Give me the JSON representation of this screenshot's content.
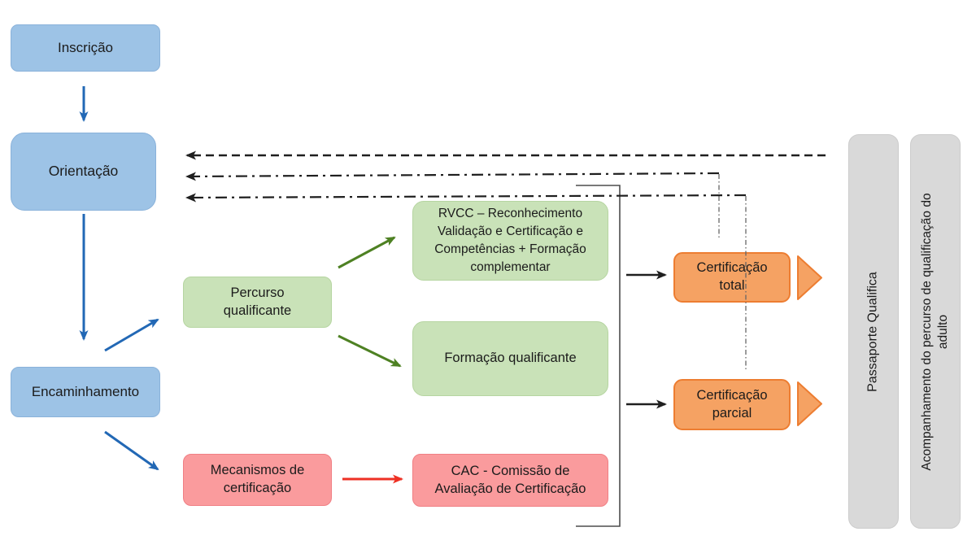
{
  "nodes": {
    "inscricao": {
      "label": "Inscrição"
    },
    "orientacao": {
      "label": "Orientação"
    },
    "encaminhamento": {
      "label": "Encaminhamento"
    },
    "percurso_qualificante": {
      "label": "Percurso qualificante"
    },
    "rvcc": {
      "label": "RVCC – Reconhecimento Validação e Certificação e Competências + Formação complementar"
    },
    "formacao_qualificante": {
      "label": "Formação qualificante"
    },
    "mecanismos_certificacao": {
      "label": "Mecanismos de certificação"
    },
    "cac": {
      "label": "CAC - Comissão de Avaliação de Certificação"
    },
    "certificacao_total": {
      "label": "Certificação total"
    },
    "certificacao_parcial": {
      "label": "Certificação parcial"
    },
    "passaporte_qualifica": {
      "label": "Passaporte Qualifica"
    },
    "acompanhamento": {
      "label": "Acompanhamento do percurso de qualificação do adulto"
    }
  },
  "colors": {
    "stage_fill": "#9DC3E6",
    "pathway_fill": "#C9E2B8",
    "certification_mechanism_fill": "#FA9B9D",
    "result_fill": "#F5A263",
    "result_border": "#ED7D31",
    "sidebar_fill": "#D9D9D9",
    "arrow_blue": "#2268B5",
    "arrow_green": "#4E8123",
    "arrow_red": "#EE3124",
    "arrow_black": "#1F1F1F",
    "bracket_gray": "#4D4D4D"
  },
  "connections": [
    {
      "from": "inscricao",
      "to": "orientacao",
      "style": "solid-blue"
    },
    {
      "from": "orientacao",
      "to": "encaminhamento",
      "style": "solid-blue"
    },
    {
      "from": "encaminhamento",
      "to": "percurso_qualificante",
      "style": "solid-blue"
    },
    {
      "from": "encaminhamento",
      "to": "mecanismos_certificacao",
      "style": "solid-blue"
    },
    {
      "from": "percurso_qualificante",
      "to": "rvcc",
      "style": "solid-green"
    },
    {
      "from": "percurso_qualificante",
      "to": "formacao_qualificante",
      "style": "solid-green"
    },
    {
      "from": "mecanismos_certificacao",
      "to": "cac",
      "style": "solid-red"
    },
    {
      "from": "pathway_bracket",
      "to": "certificacao_total",
      "style": "solid-black"
    },
    {
      "from": "pathway_bracket",
      "to": "certificacao_parcial",
      "style": "solid-black"
    },
    {
      "from": "right_side",
      "to": "orientacao",
      "style": "dashed-black"
    },
    {
      "from": "certificacao_total",
      "to": "orientacao",
      "style": "dashdot-black"
    },
    {
      "from": "certificacao_parcial",
      "to": "orientacao",
      "style": "dashdot-black"
    }
  ]
}
